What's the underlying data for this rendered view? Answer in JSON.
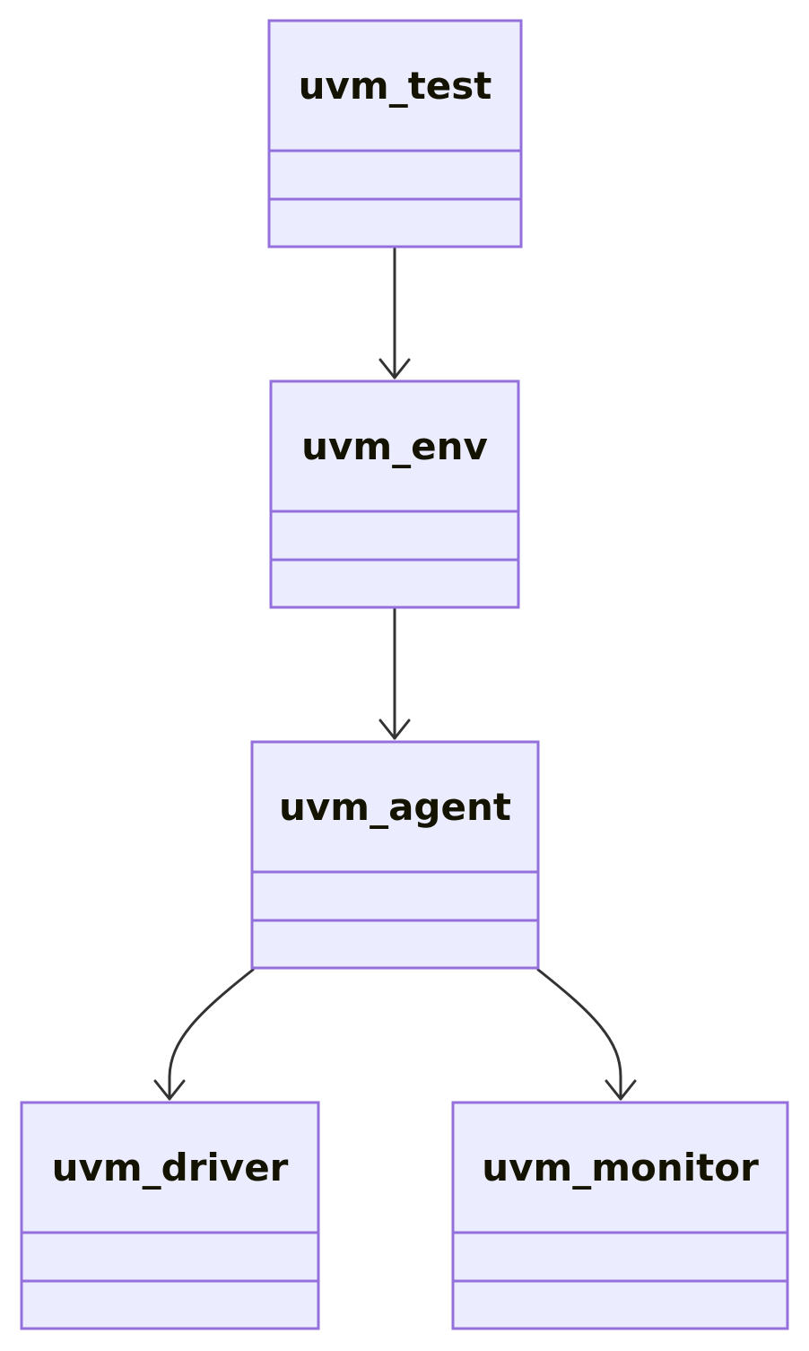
{
  "diagram": {
    "type": "class",
    "colors": {
      "node_fill": "#ECECFF",
      "node_stroke": "#9370DB",
      "edge": "#333333",
      "text": "#131300"
    },
    "classes": [
      {
        "id": "test",
        "name": "uvm_test"
      },
      {
        "id": "env",
        "name": "uvm_env"
      },
      {
        "id": "agent",
        "name": "uvm_agent"
      },
      {
        "id": "driver",
        "name": "uvm_driver"
      },
      {
        "id": "monitor",
        "name": "uvm_monitor"
      }
    ],
    "relations": [
      {
        "from": "uvm_test",
        "to": "uvm_env"
      },
      {
        "from": "uvm_env",
        "to": "uvm_agent"
      },
      {
        "from": "uvm_agent",
        "to": "uvm_driver"
      },
      {
        "from": "uvm_agent",
        "to": "uvm_monitor"
      }
    ]
  }
}
